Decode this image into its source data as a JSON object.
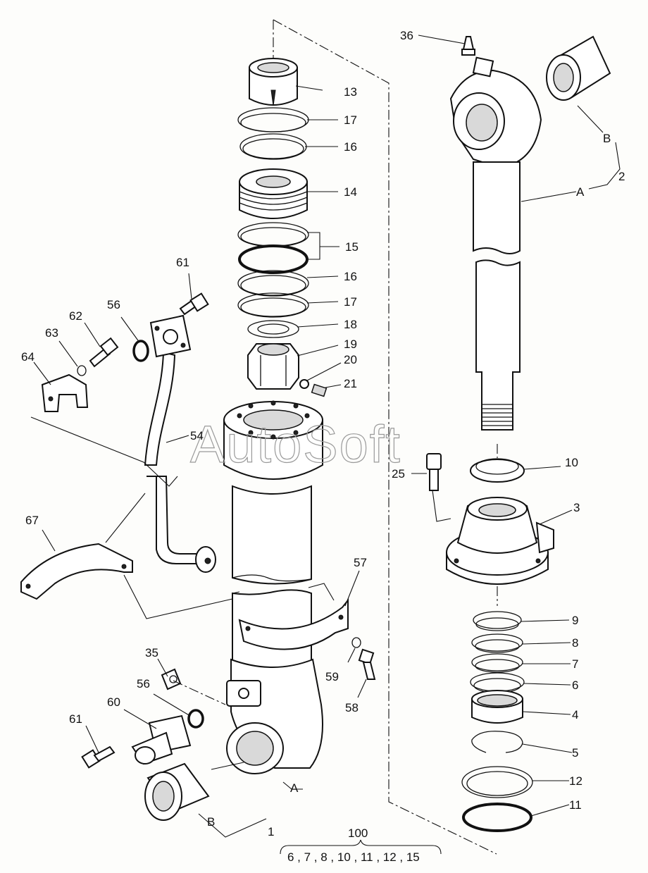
{
  "watermark": "AutoSoft",
  "callouts": [
    {
      "id": "c13",
      "text": "13"
    },
    {
      "id": "c17a",
      "text": "17"
    },
    {
      "id": "c16a",
      "text": "16"
    },
    {
      "id": "c14",
      "text": "14"
    },
    {
      "id": "c15",
      "text": "15"
    },
    {
      "id": "c16b",
      "text": "16"
    },
    {
      "id": "c17b",
      "text": "17"
    },
    {
      "id": "c18",
      "text": "18"
    },
    {
      "id": "c19",
      "text": "19"
    },
    {
      "id": "c20",
      "text": "20"
    },
    {
      "id": "c21",
      "text": "21"
    },
    {
      "id": "c61a",
      "text": "61"
    },
    {
      "id": "c56a",
      "text": "56"
    },
    {
      "id": "c62",
      "text": "62"
    },
    {
      "id": "c63",
      "text": "63"
    },
    {
      "id": "c64",
      "text": "64"
    },
    {
      "id": "c54",
      "text": "54"
    },
    {
      "id": "c67",
      "text": "67"
    },
    {
      "id": "c57",
      "text": "57"
    },
    {
      "id": "c35",
      "text": "35"
    },
    {
      "id": "c56b",
      "text": "56"
    },
    {
      "id": "c60",
      "text": "60"
    },
    {
      "id": "c61b",
      "text": "61"
    },
    {
      "id": "c59",
      "text": "59"
    },
    {
      "id": "c58",
      "text": "58"
    },
    {
      "id": "cA1",
      "text": "A"
    },
    {
      "id": "cB1",
      "text": "B"
    },
    {
      "id": "c1",
      "text": "1"
    },
    {
      "id": "c36",
      "text": "36"
    },
    {
      "id": "cB2",
      "text": "B"
    },
    {
      "id": "c2",
      "text": "2"
    },
    {
      "id": "cA2",
      "text": "A"
    },
    {
      "id": "c10",
      "text": "10"
    },
    {
      "id": "c25",
      "text": "25"
    },
    {
      "id": "c3",
      "text": "3"
    },
    {
      "id": "c9",
      "text": "9"
    },
    {
      "id": "c8",
      "text": "8"
    },
    {
      "id": "c7",
      "text": "7"
    },
    {
      "id": "c6",
      "text": "6"
    },
    {
      "id": "c4",
      "text": "4"
    },
    {
      "id": "c5",
      "text": "5"
    },
    {
      "id": "c12",
      "text": "12"
    },
    {
      "id": "c11",
      "text": "11"
    }
  ],
  "kit": {
    "number": "100",
    "parts": "6 , 7 , 8 , 10 , 11 , 12 , 15"
  }
}
